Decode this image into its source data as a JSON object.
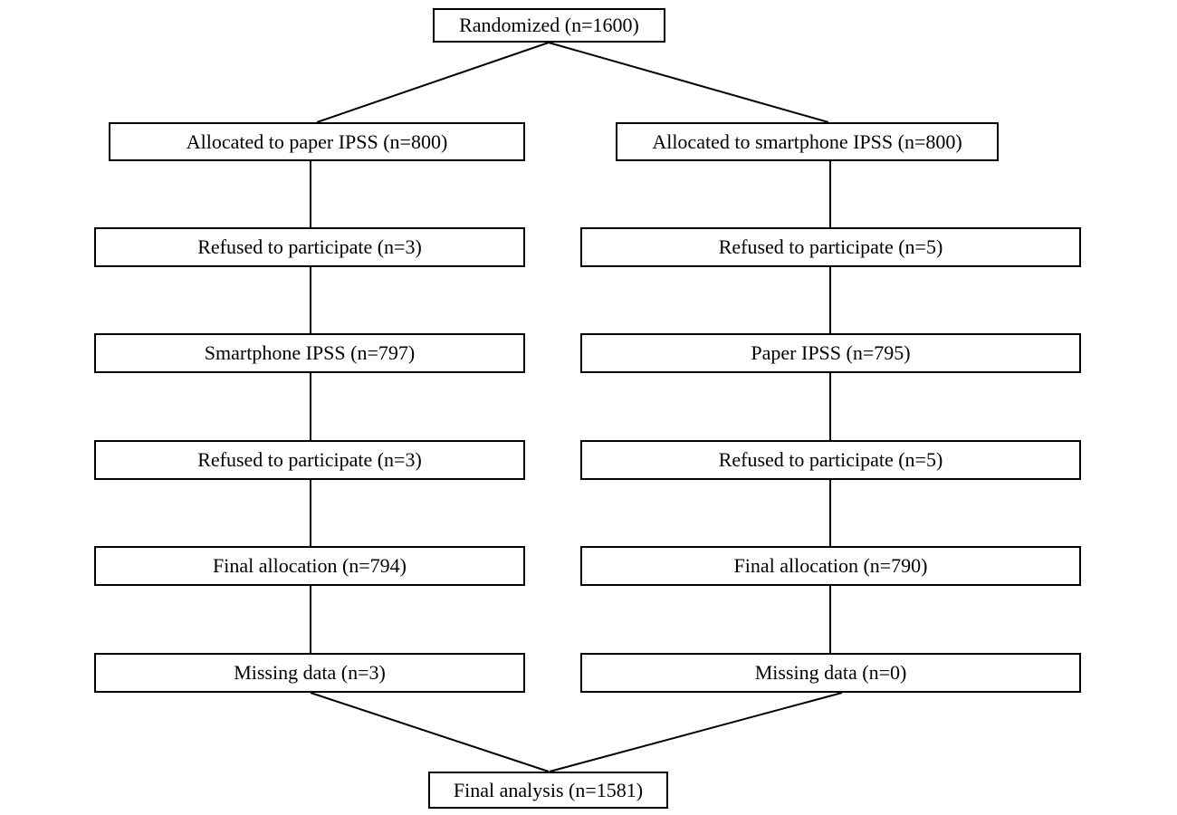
{
  "flowchart": {
    "type": "consort-flow-diagram",
    "top": {
      "label": "Randomized (n=1600)"
    },
    "left_arm": {
      "steps": [
        {
          "label": "Allocated to paper IPSS (n=800)"
        },
        {
          "label": "Refused to participate (n=3)"
        },
        {
          "label": "Smartphone IPSS (n=797)"
        },
        {
          "label": "Refused to participate (n=3)"
        },
        {
          "label": "Final allocation (n=794)"
        },
        {
          "label": "Missing data (n=3)"
        }
      ]
    },
    "right_arm": {
      "steps": [
        {
          "label": "Allocated to smartphone IPSS (n=800)"
        },
        {
          "label": "Refused to participate (n=5)"
        },
        {
          "label": "Paper IPSS (n=795)"
        },
        {
          "label": "Refused to participate (n=5)"
        },
        {
          "label": "Final allocation (n=790)"
        },
        {
          "label": "Missing data (n=0)"
        }
      ]
    },
    "bottom": {
      "label": "Final analysis (n=1581)"
    },
    "colors": {
      "border": "#000000",
      "text": "#000000",
      "background": "#ffffff"
    }
  }
}
